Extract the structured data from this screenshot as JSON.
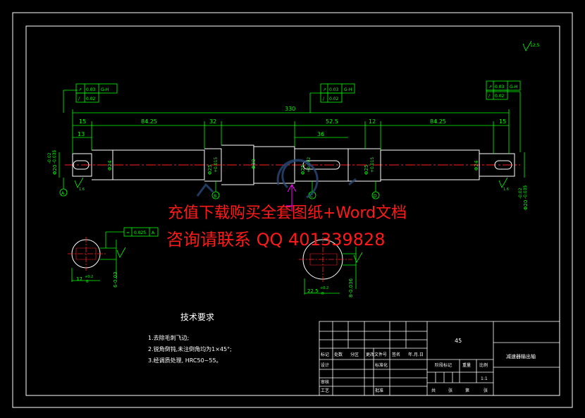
{
  "colors": {
    "background": "#000000",
    "frame": "#ffffff",
    "dimension": "#00ff00",
    "centerline": "#ff2020",
    "shaft": "#ffffff",
    "watermark": "#ff1a1a",
    "accent": "#ff00ff"
  },
  "dimensions": {
    "overall_length": "330",
    "seg_15_left": "15",
    "seg_13_left": "13",
    "seg_8425_left": "84.25",
    "seg_32": "32",
    "seg_525": "52.5",
    "seg_36": "36",
    "seg_12": "12",
    "seg_8425_right": "84.25",
    "seg_15_right": "15",
    "dia_24_left": "Φ24",
    "dia_25_left": "Φ25",
    "dia_30": "Φ30",
    "dia_25_mid": "Φ25",
    "dia_25_right": "Φ25",
    "dia_24_right": "Φ24",
    "dia_20_left": "Φ20",
    "dia_20_right": "Φ20",
    "tol_top": "-0.02",
    "tol_bottom": "-0.035",
    "tol_25_a": "+0.015",
    "tol_25_b": "+0.002",
    "finish": "12.5",
    "finish_small": "1.6",
    "section1_dim1": "17",
    "section1_tol1": "+0.2",
    "section1_tol1b": "0",
    "section1_dim2": "6-0.03",
    "section2_dim1": "22.5",
    "section2_tol1": "+0.2",
    "section2_tol1b": "0",
    "section2_dim2": "8-0.036"
  },
  "tolerance_frames": {
    "left_row1": [
      "↗",
      "0.03",
      "G-H"
    ],
    "left_row2": [
      "/",
      "0.02"
    ],
    "mid_row1": [
      "↗",
      "0.03",
      "G-H"
    ],
    "mid_row2": [
      "/",
      "0.02"
    ],
    "right_row1": [
      "↗",
      "0.03",
      "G-H"
    ],
    "right_row2": [
      "/",
      "0.02"
    ],
    "section_frame": [
      "=",
      "0.025",
      "A"
    ]
  },
  "datums": {
    "d1": "A",
    "d2": "B",
    "d3": "C",
    "d4": "D"
  },
  "tech_requirements": {
    "heading": "技术要求",
    "items": [
      "1.去除毛刺飞边;",
      "2.锐角倒钝,未注倒角均为1×45°;",
      "3.经调质处理, HRC50~55。"
    ]
  },
  "title_block": {
    "material": "45",
    "part_name": "减速器输出轴",
    "labels_row": [
      "标记",
      "处数",
      "分区",
      "更改文件号",
      "签名",
      "年.月.日"
    ],
    "design": "设计",
    "standardization": "标准化",
    "review": "审核",
    "process": "工艺",
    "approve": "批准",
    "stage_mark": "阶段标记",
    "weight": "重量",
    "scale": "比例",
    "scale_value": "1:1",
    "sheet_total": "共",
    "sheet_of": "张",
    "sheet_no": "第",
    "sheet_unit": "张"
  },
  "watermark": {
    "line1": "充值下载购买全套图纸+Word文档",
    "line2": "咨询请联系 QQ 401339828"
  }
}
